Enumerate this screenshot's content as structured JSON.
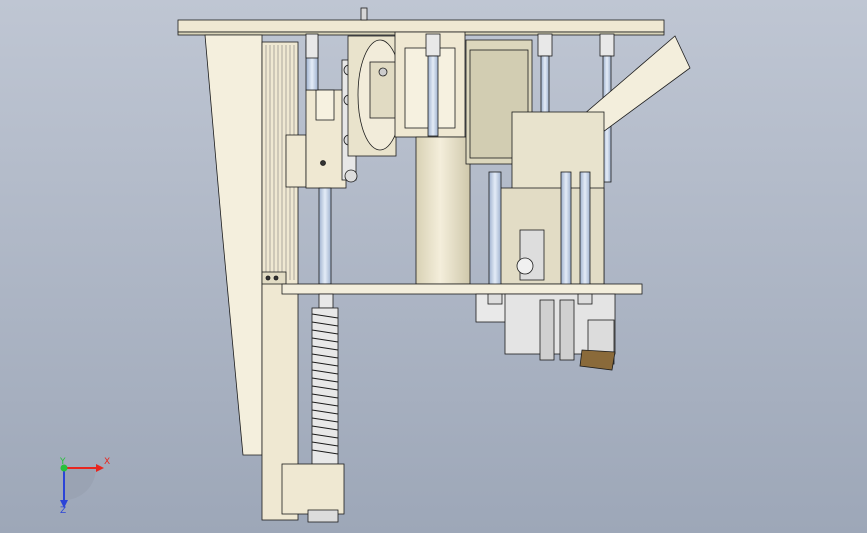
{
  "viewport": {
    "background_top": "#bfc6d3",
    "background_bottom": "#9da7b8",
    "part_fill": "#efe8d2",
    "part_stroke": "#1c1c1c",
    "rod_fill": "#c8d6ec",
    "metal_fill": "#d6d6d6",
    "housing_fill": "#d8d3b8"
  },
  "triad": {
    "x_label": "X",
    "y_label": "Y",
    "z_label": "Z",
    "x_color": "#e8261f",
    "y_color": "#27c13b",
    "z_color": "#2b44d8"
  }
}
